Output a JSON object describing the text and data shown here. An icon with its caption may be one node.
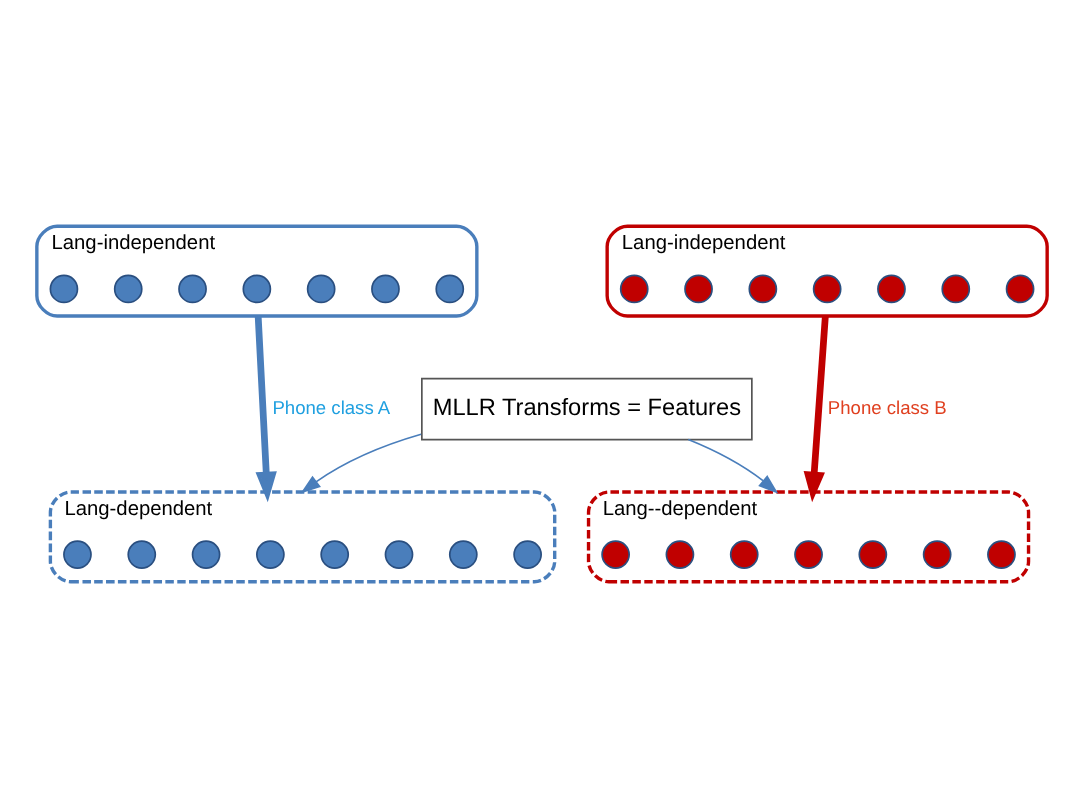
{
  "diagram": {
    "nodes": [
      {
        "text": [],
        "shape": "ellipse",
        "beside": [
          "Lang-independent"
        ]
      },
      {
        "text": [],
        "shape": "circle",
        "in": 0
      },
      {
        "text": [],
        "shape": "circle",
        "in": 0
      },
      {
        "text": [],
        "shape": "circle",
        "in": 0
      },
      {
        "text": [],
        "shape": "circle",
        "in": 0
      },
      {
        "text": [],
        "shape": "circle",
        "in": 0
      },
      {
        "text": [],
        "shape": "circle",
        "in": 0
      },
      {
        "text": [],
        "shape": "circle",
        "in": 0
      },
      {
        "text": [],
        "shape": "ellipse",
        "beside": [
          "Lang--dependent"
        ]
      },
      {
        "text": [],
        "shape": "circle",
        "in": 8
      },
      {
        "text": [],
        "shape": "circle",
        "in": 8
      },
      {
        "text": [],
        "shape": "circle",
        "in": 8
      },
      {
        "text": [],
        "shape": "circle",
        "in": 8
      },
      {
        "text": [],
        "shape": "circle",
        "in": 8
      },
      {
        "text": [],
        "shape": "circle",
        "in": 8
      },
      {
        "text": [],
        "shape": "circle",
        "in": 8
      },
      {
        "text": [],
        "shape": "ellipse",
        "beside": [
          "Lang-independent"
        ]
      },
      {
        "text": [],
        "shape": "circle",
        "in": 16
      },
      {
        "text": [],
        "shape": "circle",
        "in": 16
      },
      {
        "text": [],
        "shape": "circle",
        "in": 16
      },
      {
        "text": [],
        "shape": "circle",
        "in": 16
      },
      {
        "text": [],
        "shape": "circle",
        "in": 16
      },
      {
        "text": [],
        "shape": "circle",
        "in": 16
      },
      {
        "text": [],
        "shape": "circle",
        "in": 16
      },
      {
        "text": [],
        "shape": "ellipse",
        "beside": [
          "Lang-dependent"
        ]
      },
      {
        "text": [],
        "shape": "circle",
        "in": 24
      },
      {
        "text": [],
        "shape": "circle",
        "in": 24
      },
      {
        "text": [],
        "shape": "circle",
        "in": 24
      },
      {
        "text": [],
        "shape": "circle",
        "in": 24
      },
      {
        "text": [],
        "shape": "circle",
        "in": 24
      },
      {
        "text": [],
        "shape": "circle",
        "in": 24
      },
      {
        "text": [],
        "shape": "circle",
        "in": 24
      },
      {
        "text": [],
        "shape": "circle",
        "in": 24
      },
      {
        "text": [
          "MLLR Transforms = Features"
        ]
      }
    ],
    "edges": [
      {
        "from": 0,
        "to": 24,
        "arrow": "to",
        "label": "Phone class A",
        "style": "thick"
      },
      {
        "from": 16,
        "to": 8,
        "arrow": "to",
        "label": "Phone class B",
        "style": "thick",
        "color": "#c00000"
      },
      {
        "from": 33,
        "to": 24,
        "arrow": "to"
      },
      {
        "from": 33,
        "to": 8,
        "arrow": "to"
      }
    ]
  }
}
